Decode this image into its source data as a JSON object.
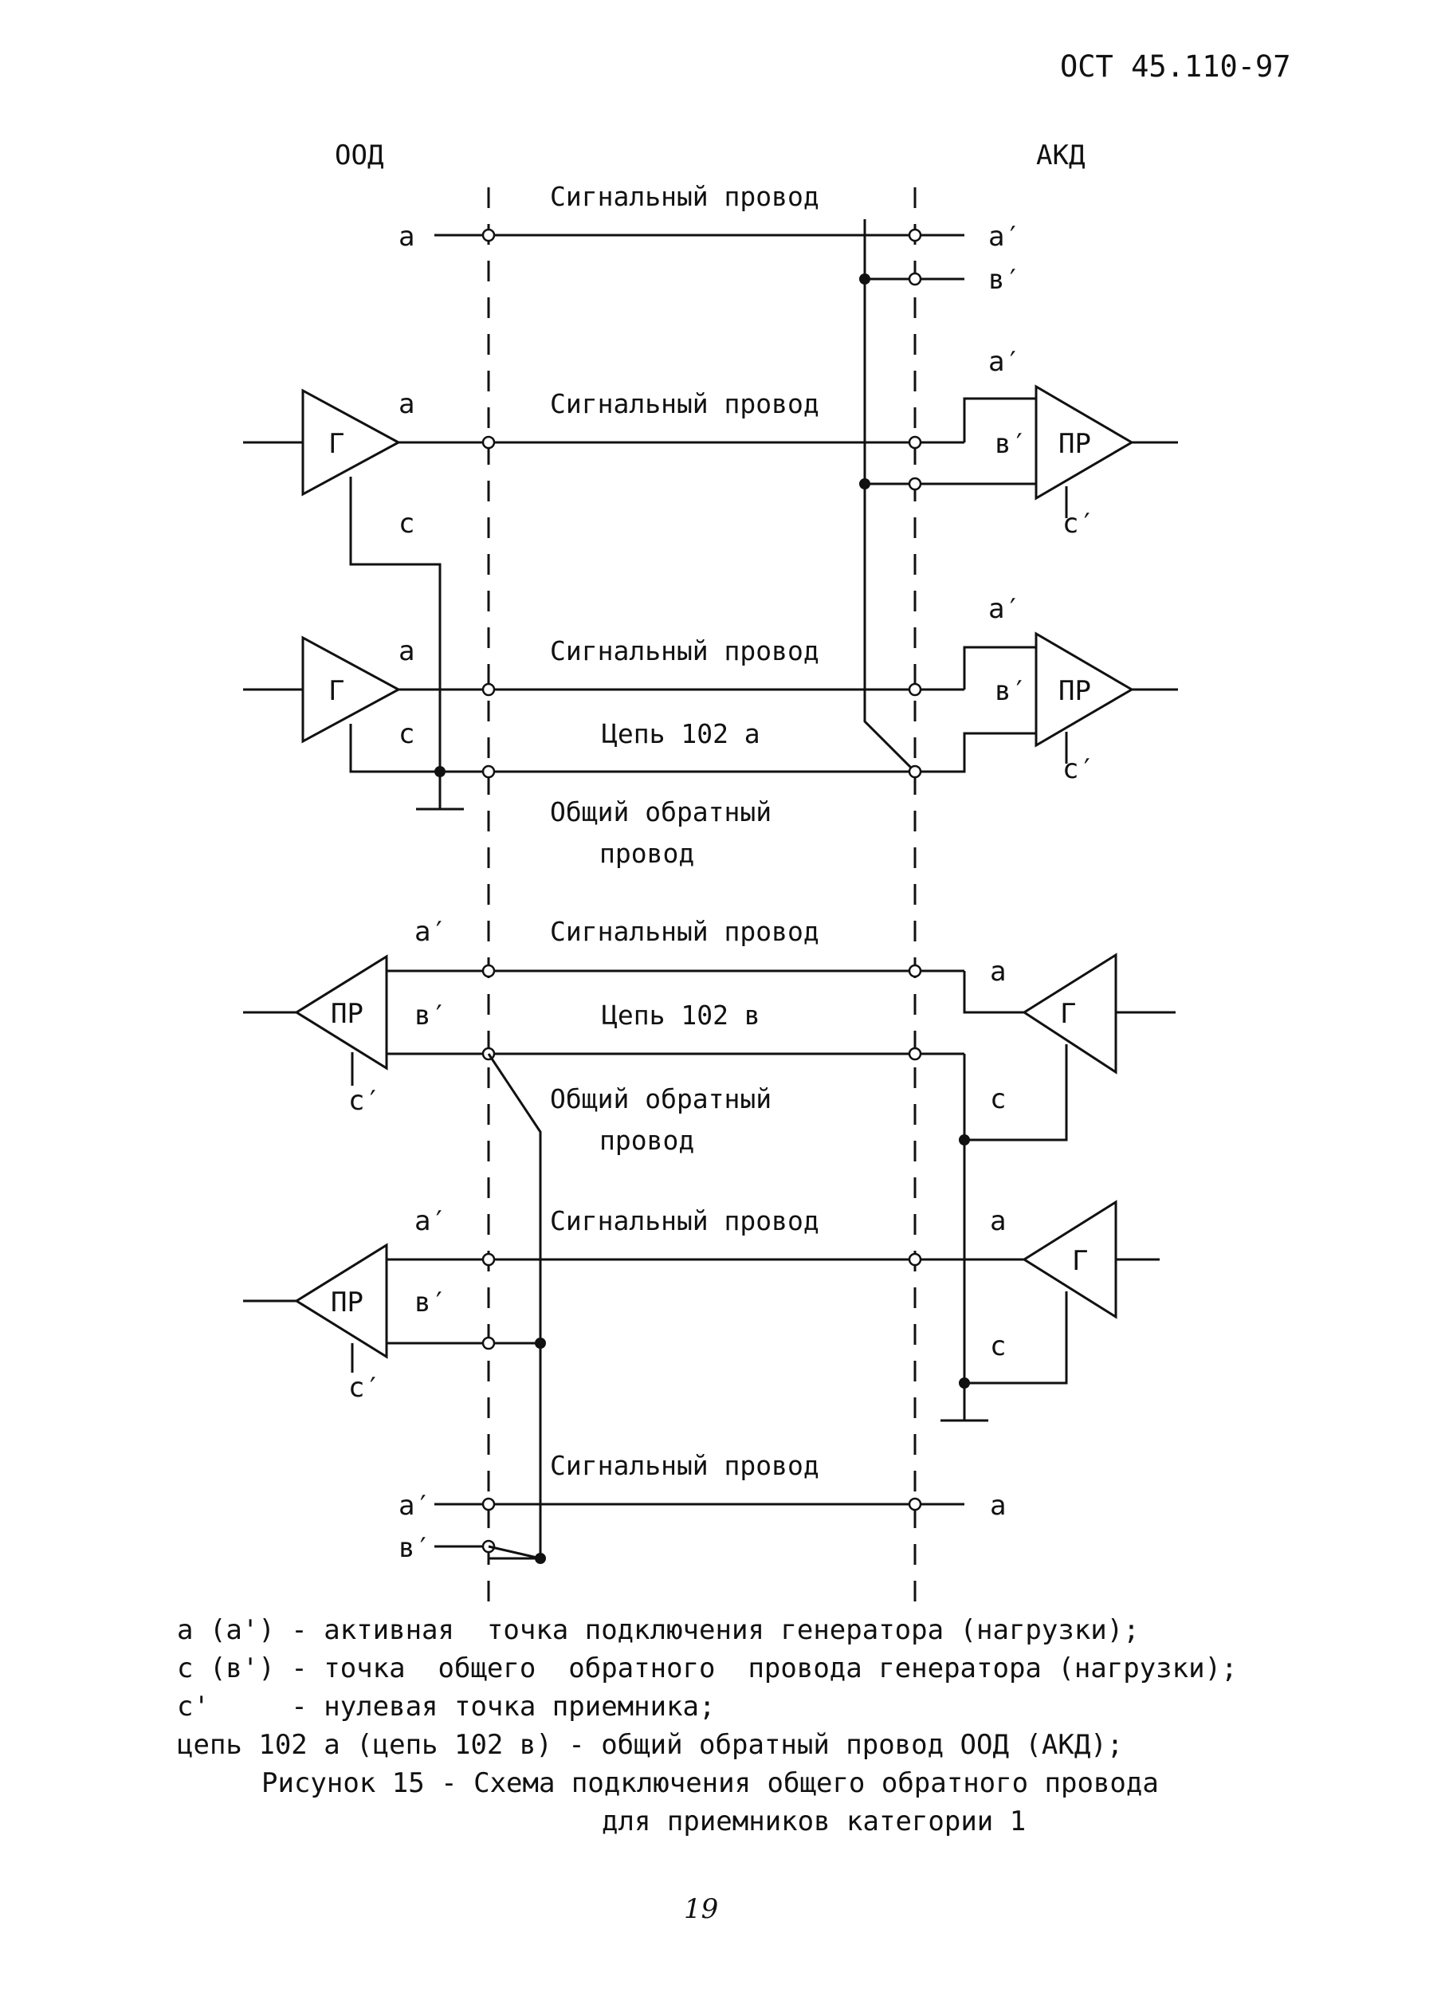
{
  "header": {
    "doc_id": "ОСТ 45.110-97"
  },
  "columns": {
    "left": "ООД",
    "right": "АКД"
  },
  "labels": {
    "signal_wire": "Сигнальный провод",
    "circuit_102a": "Цепь 102 а",
    "circuit_102b": "Цепь 102 в",
    "common_return_line1": "Общий обратный",
    "common_return_line2": "провод",
    "generator": "Г",
    "receiver": "ПР",
    "a": "а",
    "a_prime": "а′",
    "b_prime": "в′",
    "c": "с",
    "c_prime": "с′"
  },
  "legend": [
    "а (а') - активная  точка подключения генератора (нагрузки);",
    "с (в') - точка  общего  обратного  провода генератора (нагрузки);",
    "с'     - нулевая точка приемника;",
    "цепь 102 а (цепь 102 в) - общий обратный провод ООД (АКД);"
  ],
  "caption": {
    "line1": "Рисунок 15 - Схема подключения общего обратного провода",
    "line2": "для приемников категории 1"
  },
  "page_number": "19"
}
